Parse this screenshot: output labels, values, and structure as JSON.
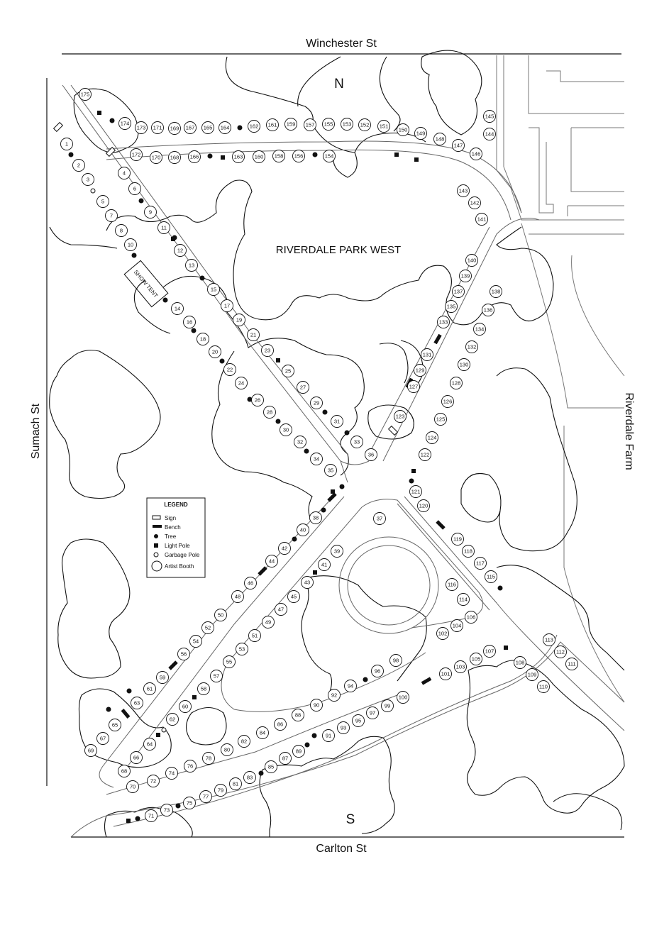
{
  "streets": {
    "north": "Winchester St",
    "south": "Carlton St",
    "west": "Sumach St",
    "east": "Riverdale Farm"
  },
  "compass": {
    "north": "N",
    "south": "S"
  },
  "park_name": "RIVERDALE PARK WEST",
  "show_tent_label": "SHOW TENT",
  "legend": {
    "title": "LEGEND",
    "items": [
      {
        "label": "Sign",
        "icon": "sign-icon"
      },
      {
        "label": "Bench",
        "icon": "bench-icon"
      },
      {
        "label": "Tree",
        "icon": "tree-icon"
      },
      {
        "label": "Light Pole",
        "icon": "light-pole-icon"
      },
      {
        "label": "Garbage Pole",
        "icon": "garbage-pole-icon"
      },
      {
        "label": "Artist Booth",
        "icon": "artist-booth-icon"
      }
    ]
  },
  "booths": [
    "1",
    "2",
    "3",
    "5",
    "4",
    "6",
    "7",
    "8",
    "9",
    "10",
    "11",
    "12",
    "13",
    "14",
    "15",
    "16",
    "17",
    "18",
    "19",
    "20",
    "21",
    "22",
    "23",
    "24",
    "25",
    "26",
    "27",
    "28",
    "29",
    "30",
    "31",
    "32",
    "33",
    "34",
    "35",
    "36",
    "37",
    "38",
    "39",
    "40",
    "41",
    "42",
    "43",
    "44",
    "45",
    "46",
    "47",
    "48",
    "49",
    "50",
    "51",
    "52",
    "53",
    "54",
    "55",
    "56",
    "57",
    "58",
    "59",
    "60",
    "61",
    "62",
    "63",
    "64",
    "65",
    "66",
    "67",
    "68",
    "69",
    "70",
    "71",
    "72",
    "73",
    "74",
    "75",
    "76",
    "77",
    "78",
    "79",
    "80",
    "81",
    "82",
    "83",
    "84",
    "85",
    "86",
    "87",
    "88",
    "89",
    "90",
    "91",
    "92",
    "93",
    "94",
    "95",
    "96",
    "97",
    "98",
    "99",
    "100",
    "101",
    "102",
    "103",
    "104",
    "105",
    "106",
    "107",
    "108",
    "109",
    "110",
    "111",
    "112",
    "113",
    "114",
    "115",
    "116",
    "117",
    "118",
    "119",
    "120",
    "121",
    "122",
    "123",
    "124",
    "125",
    "126",
    "127",
    "128",
    "129",
    "130",
    "131",
    "132",
    "133",
    "134",
    "135",
    "136",
    "137",
    "138",
    "139",
    "140",
    "141",
    "142",
    "143",
    "144",
    "145",
    "146",
    "147",
    "148",
    "149",
    "150",
    "151",
    "152",
    "153",
    "154",
    "155",
    "156",
    "157",
    "158",
    "159",
    "160",
    "161",
    "162",
    "163",
    "164",
    "165",
    "166",
    "167",
    "168",
    "169",
    "170",
    "171",
    "172",
    "173",
    "174",
    "175"
  ]
}
